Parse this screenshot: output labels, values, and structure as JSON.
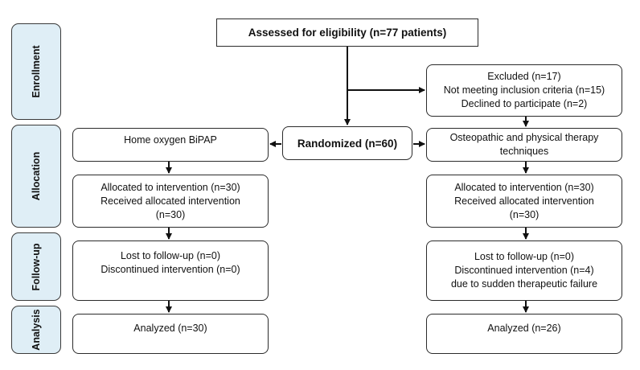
{
  "stages": {
    "enrollment": "Enrollment",
    "allocation": "Allocation",
    "followup": "Follow-up",
    "analysis": "Analysis"
  },
  "assessed": "Assessed for eligibility (n=77 patients)",
  "excluded": {
    "line1": "Excluded (n=17)",
    "line2": "Not meeting inclusion criteria (n=15)",
    "line3": "Declined to participate (n=2)"
  },
  "randomized": "Randomized (n=60)",
  "left_arm": {
    "group": "Home oxygen BiPAP",
    "allocated": "Allocated to intervention (n=30)",
    "received": "Received allocated intervention",
    "received_n": "(n=30)",
    "lost": "Lost to follow-up (n=0)",
    "discontinued": "Discontinued intervention (n=0)",
    "analyzed": "Analyzed (n=30)"
  },
  "right_arm": {
    "group_line1": "Osteopathic and physical therapy",
    "group_line2": "techniques",
    "allocated": "Allocated to intervention (n=30)",
    "received": "Received allocated intervention",
    "received_n": "(n=30)",
    "lost": "Lost to follow-up (n=0)",
    "discontinued": "Discontinued intervention (n=4)",
    "discontinued_reason": "due to sudden therapeutic failure",
    "analyzed": "Analyzed (n=26)"
  }
}
